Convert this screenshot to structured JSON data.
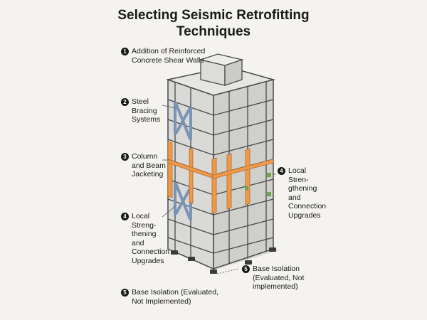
{
  "title_lines": [
    "Selecting Seismic Retrofitting",
    "Techniques"
  ],
  "callouts": [
    {
      "number": "1",
      "lines": [
        "Addition of Reinforced",
        "Concrete Shear Walls"
      ]
    },
    {
      "number": "2",
      "lines": [
        "Steel",
        "Bracing",
        "Systems"
      ]
    },
    {
      "number": "3",
      "lines": [
        "Column",
        "and Beam",
        "Jacketing"
      ]
    },
    {
      "number": "4",
      "lines": [
        "Local",
        "Streng-",
        "thening",
        "and",
        "Connection",
        "Upgrades"
      ]
    },
    {
      "number": "4",
      "lines": [
        "Local",
        "Stren-",
        "gthening",
        "and",
        "Connection",
        "Upgrades"
      ]
    },
    {
      "number": "5",
      "lines": [
        "Base Isolation",
        "(Evaluated, Not",
        "implemented)"
      ]
    },
    {
      "number": "5",
      "lines": [
        "Base Isolation (Evaluated,",
        "Not Implemented)"
      ]
    }
  ],
  "colors": {
    "concrete": "#d8d8d6",
    "outline": "#4a4a4a",
    "steel_bracing": "#7b93b4",
    "jacketing": "#ee9a4a",
    "connection": "#6aa84f",
    "isolator": "#3a3a3a"
  }
}
